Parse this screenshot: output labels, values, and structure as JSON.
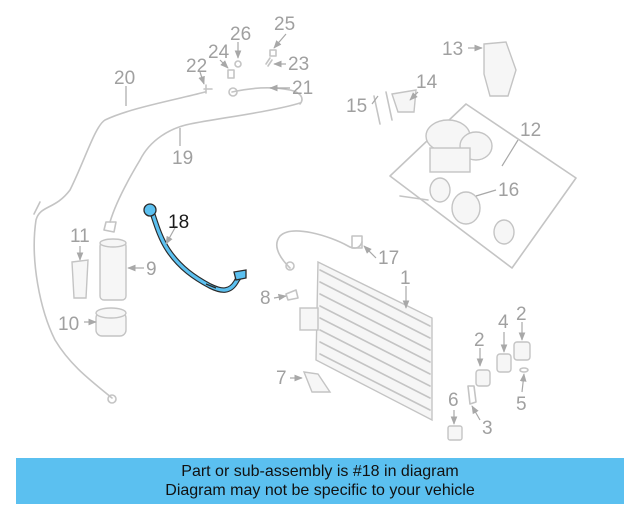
{
  "diagram": {
    "highlight_color": "#5bc0f0",
    "callouts": [
      {
        "id": "1",
        "label": "1"
      },
      {
        "id": "2a",
        "label": "2"
      },
      {
        "id": "2b",
        "label": "2"
      },
      {
        "id": "3",
        "label": "3"
      },
      {
        "id": "4",
        "label": "4"
      },
      {
        "id": "5",
        "label": "5"
      },
      {
        "id": "6",
        "label": "6"
      },
      {
        "id": "7",
        "label": "7"
      },
      {
        "id": "8",
        "label": "8"
      },
      {
        "id": "9",
        "label": "9"
      },
      {
        "id": "10",
        "label": "10"
      },
      {
        "id": "11",
        "label": "11"
      },
      {
        "id": "12",
        "label": "12"
      },
      {
        "id": "13",
        "label": "13"
      },
      {
        "id": "14",
        "label": "14"
      },
      {
        "id": "15",
        "label": "15"
      },
      {
        "id": "16",
        "label": "16"
      },
      {
        "id": "17",
        "label": "17"
      },
      {
        "id": "18",
        "label": "18"
      },
      {
        "id": "19",
        "label": "19"
      },
      {
        "id": "20",
        "label": "20"
      },
      {
        "id": "21",
        "label": "21"
      },
      {
        "id": "22",
        "label": "22"
      },
      {
        "id": "23",
        "label": "23"
      },
      {
        "id": "24",
        "label": "24"
      },
      {
        "id": "25",
        "label": "25"
      },
      {
        "id": "26",
        "label": "26"
      }
    ]
  },
  "banner": {
    "line1": "Part or sub-assembly is #18 in diagram",
    "line2": "Diagram may not be specific to your vehicle"
  }
}
